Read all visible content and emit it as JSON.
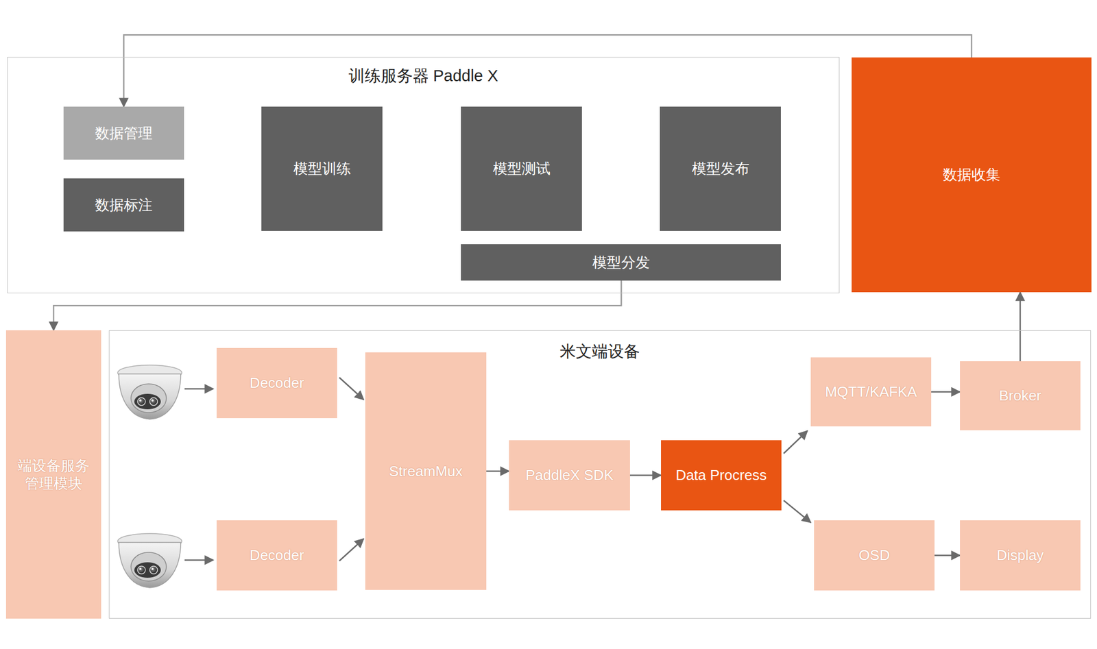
{
  "diagram": {
    "nodes": [
      {
        "text": [
          "训练服务器 Paddle X"
        ]
      },
      {
        "text": [
          "数据管理"
        ],
        "in": 0
      },
      {
        "text": [
          "数据标注"
        ],
        "in": 0
      },
      {
        "text": [
          "模型训练"
        ],
        "in": 0
      },
      {
        "text": [
          "模型测试"
        ],
        "in": 0
      },
      {
        "text": [
          "模型发布"
        ],
        "in": 0
      },
      {
        "text": [
          "模型分发"
        ],
        "in": 0
      },
      {
        "text": [
          "数据收集"
        ]
      },
      {
        "text": [
          "端设备服务管理模块"
        ]
      },
      {
        "text": [
          "米文端设备"
        ]
      },
      {
        "text": [
          "Decoder"
        ],
        "in": 9
      },
      {
        "text": [
          "Decoder"
        ],
        "in": 9
      },
      {
        "text": [
          "StreamMux"
        ],
        "in": 9
      },
      {
        "text": [
          "PaddleX SDK"
        ],
        "in": 9
      },
      {
        "text": [
          "Data Procress"
        ],
        "in": 9
      },
      {
        "text": [
          "MQTT/KAFKA"
        ],
        "in": 9
      },
      {
        "text": [
          "Broker"
        ],
        "in": 9
      },
      {
        "text": [
          "OSD"
        ],
        "in": 9
      },
      {
        "text": [
          "Display"
        ],
        "in": 9
      }
    ],
    "edges": [
      {
        "from": 7,
        "to": 1,
        "arrow": "to"
      },
      {
        "from": 6,
        "to": 8,
        "arrow": "to"
      },
      {
        "from": 10,
        "to": 12,
        "arrow": "to"
      },
      {
        "from": 11,
        "to": 12,
        "arrow": "to"
      },
      {
        "from": 12,
        "to": 13,
        "arrow": "to"
      },
      {
        "from": 13,
        "to": 14,
        "arrow": "to"
      },
      {
        "from": 14,
        "to": 15,
        "arrow": "to"
      },
      {
        "from": 14,
        "to": 17,
        "arrow": "to"
      },
      {
        "from": 15,
        "to": 16,
        "arrow": "to"
      },
      {
        "from": 17,
        "to": 18,
        "arrow": "to"
      },
      {
        "from": 16,
        "to": 7,
        "arrow": "to"
      }
    ]
  }
}
